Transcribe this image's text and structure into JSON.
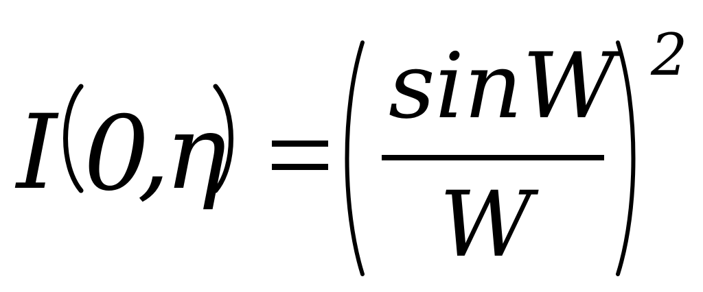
{
  "formula": {
    "lhs": {
      "function": "I",
      "arg1": "0",
      "comma": ",",
      "arg2": "η"
    },
    "numerator": "sinW",
    "denominator": "W",
    "exponent": "2"
  }
}
